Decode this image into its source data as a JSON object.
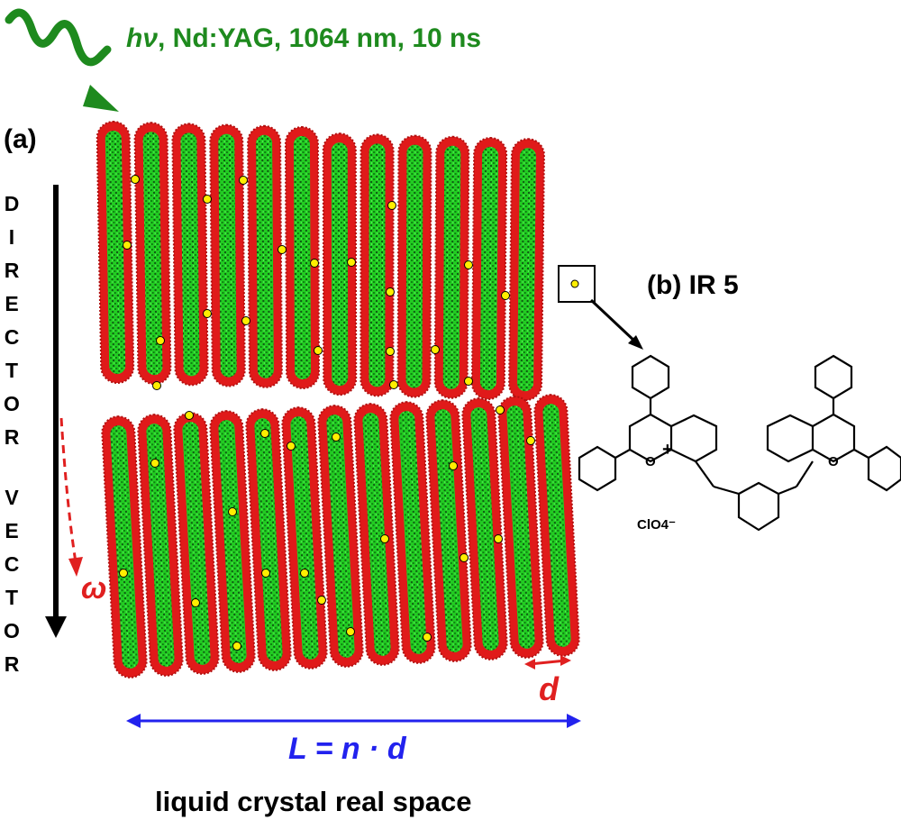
{
  "laser": {
    "hv": "hν",
    "rest": ", Nd:YAG, 1064 nm, 10 ns"
  },
  "panel_a": "(a)",
  "panel_b": "(b)  IR 5",
  "director_vector": [
    "D",
    "I",
    "R",
    "E",
    "C",
    "T",
    "O",
    "R",
    "",
    "V",
    "E",
    "C",
    "T",
    "O",
    "R"
  ],
  "omega": "ω",
  "d_label": "d",
  "length_label": "L = n · d",
  "footer": "liquid crystal real space",
  "counterion": "ClO4⁻",
  "charge": "+",
  "oxygen": "O",
  "colors": {
    "laser": "#1e8a1e",
    "rod_shell": "#e01a1a",
    "rod_core": "#22cc22",
    "dye": "#ffee00",
    "length_arrow": "#2222ee",
    "omega": "#e02020"
  },
  "rod_layers": [
    {
      "name": "upper-layer",
      "rods": 12
    },
    {
      "name": "lower-layer",
      "rods": 13
    }
  ]
}
